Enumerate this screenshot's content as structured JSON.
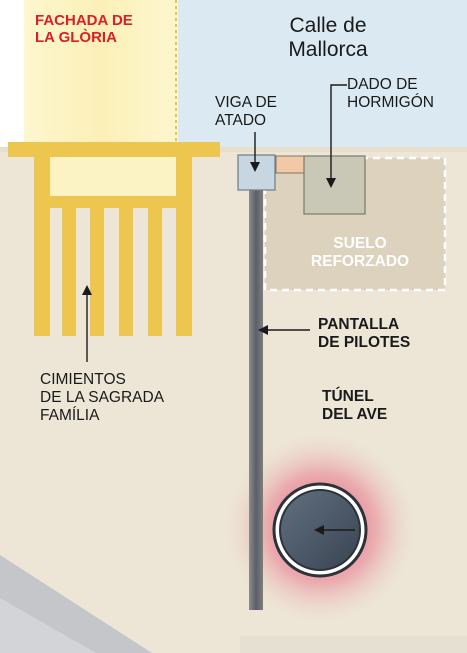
{
  "labels": {
    "facade": [
      "FACHADA DE",
      "LA GLÒRIA"
    ],
    "street": [
      "Calle de",
      "Mallorca"
    ],
    "tie_beam": [
      "VIGA DE",
      "ATADO"
    ],
    "concrete_block": [
      "DADO DE",
      "HORMIGÓN"
    ],
    "reinforced_soil": [
      "SUELO",
      "REFORZADO"
    ],
    "pile_wall": [
      "PANTALLA",
      "DE PILOTES"
    ],
    "foundations": [
      "CIMIENTOS",
      "DE LA SAGRADA",
      "FAMÍLIA"
    ],
    "tunnel": [
      "TÚNEL",
      "DEL AVE"
    ]
  },
  "colors": {
    "ground": "#ede6d7",
    "sky": "#dbeaf2",
    "facade_glow": "#fdf4c4",
    "foundation_yellow": "#edc64f",
    "pile_wall": "#6c6f73",
    "reinforced_soil": "#dcd2bd",
    "concrete_block": "#c9c8b6",
    "tie_beam": "#c7d6e1",
    "tunnel_halo": "#e0254b",
    "tunnel_fill": "#4b5868",
    "label_red": "#d8202a"
  }
}
